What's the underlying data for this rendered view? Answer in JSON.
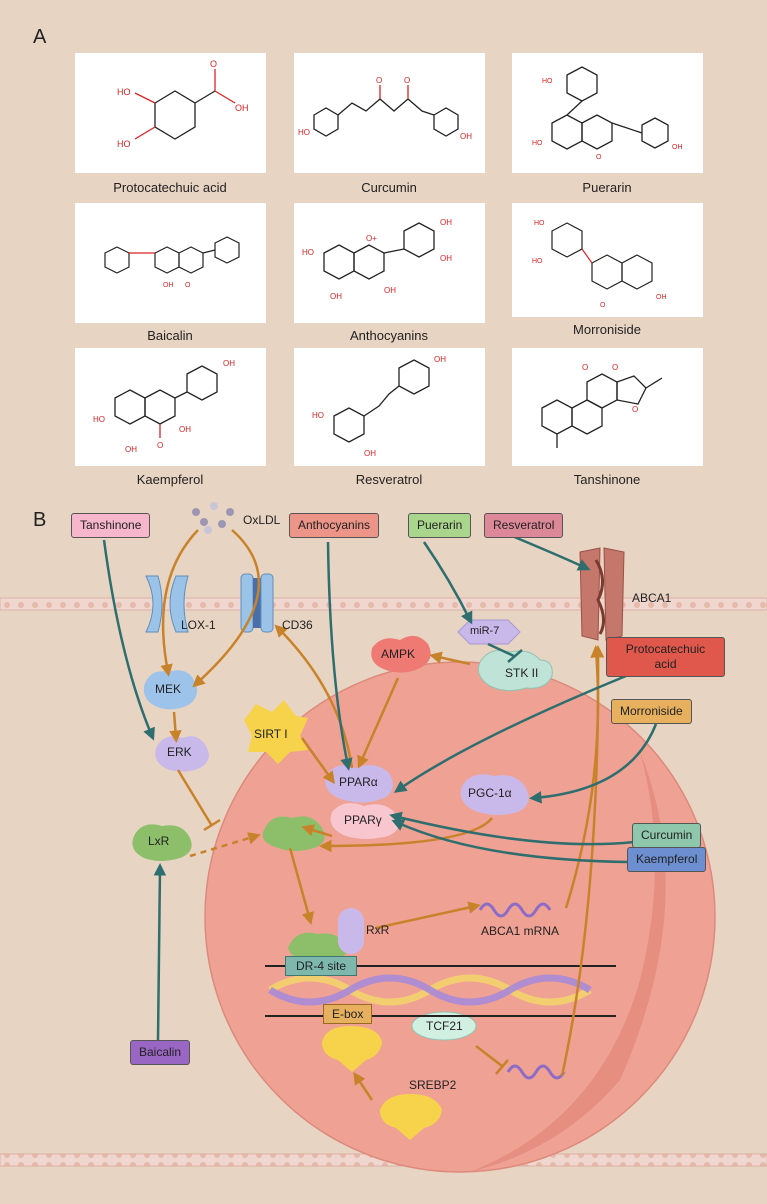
{
  "panel_a": {
    "label": "A",
    "compounds": [
      "Protocatechuic acid",
      "Curcumin",
      "Puerarin",
      "Baicalin",
      "Anthocyanins",
      "Morroniside",
      "Kaempferol",
      "Resveratrol",
      "Tanshinone"
    ]
  },
  "panel_b": {
    "label": "B",
    "drugs": {
      "tanshinone": "Tanshinone",
      "anthocyanins": "Anthocyanins",
      "puerarin": "Puerarin",
      "resveratrol": "Resveratrol",
      "protocatechuic": "Protocatechuic\nacid",
      "morroniside": "Morroniside",
      "curcumin": "Curcumin",
      "kaempferol": "Kaempferol",
      "baicalin": "Baicalin"
    },
    "nodes": {
      "oxldl": "OxLDL",
      "lox1": "LOX-1",
      "cd36": "CD36",
      "abca1": "ABCA1",
      "mir7": "miR-7",
      "ampk": "AMPK",
      "stk": "STK II",
      "mek": "MEK",
      "erk": "ERK",
      "sirt": "SIRT I",
      "ppara": "PPARα",
      "pparg": "PPARγ",
      "pgc": "PGC-1α",
      "lxr": "LxR",
      "rxr": "RxR",
      "abca1_mrna": "ABCA1 mRNA",
      "dr4": "DR-4 site",
      "ebox": "E-box",
      "tcf21": "TCF21",
      "srebp2": "SREBP2"
    },
    "colors": {
      "orange_arrow": "#c8832a",
      "teal_arrow": "#2e6e6e",
      "nucleus": "#efa194",
      "background": "#e8d4c2"
    }
  }
}
